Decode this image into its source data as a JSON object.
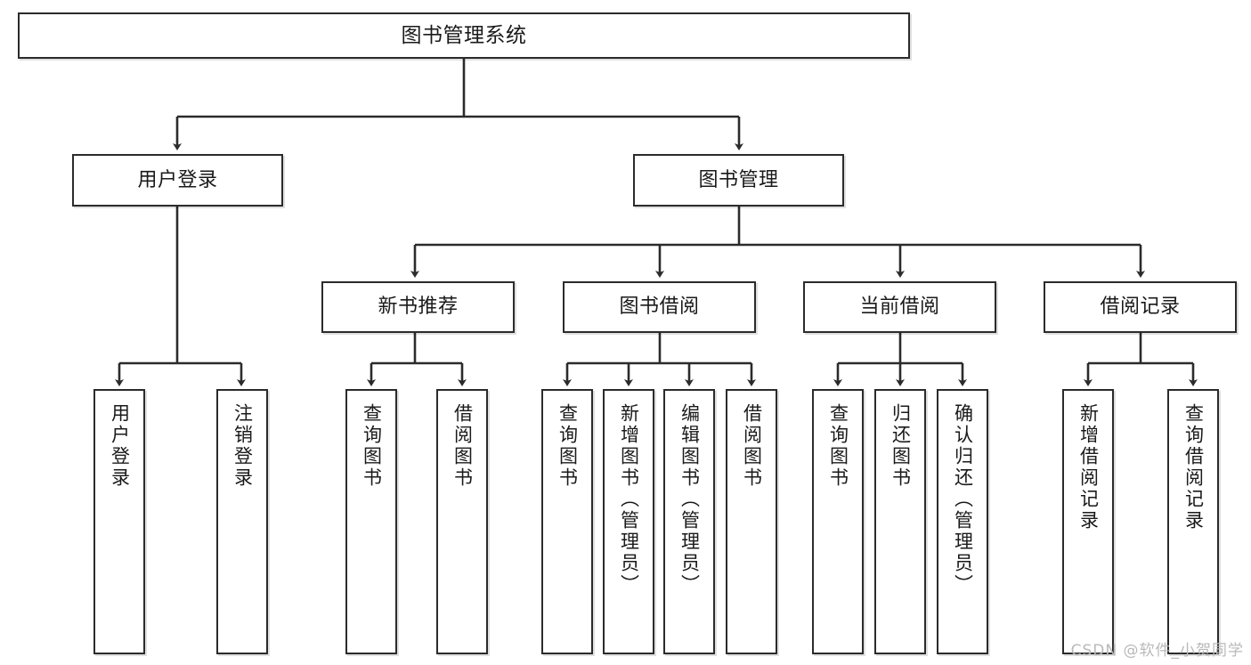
{
  "diagram": {
    "title": "图书管理系统",
    "type": "tree-hierarchy-diagram",
    "watermark": "CSDN @软件_小贺同学",
    "colors": {
      "box_border": "#2b2b2b",
      "box_fill": "#ffffff",
      "edge": "#2b2b2b",
      "text": "#1a1a1a",
      "watermark": "#b9b9b9"
    },
    "nodes": {
      "root": {
        "label": "图书管理系统"
      },
      "level2": [
        {
          "label": "用户登录"
        },
        {
          "label": "图书管理"
        }
      ],
      "level3": [
        {
          "label": "新书推荐"
        },
        {
          "label": "图书借阅"
        },
        {
          "label": "当前借阅"
        },
        {
          "label": "借阅记录"
        }
      ],
      "leaves": {
        "user_login": [
          {
            "label": "用户登录"
          },
          {
            "label": "注销登录"
          }
        ],
        "new_book_recommend": [
          {
            "label": "查询图书"
          },
          {
            "label": "借阅图书"
          }
        ],
        "book_borrow": [
          {
            "label": "查询图书"
          },
          {
            "label": "新增图书（管理员）"
          },
          {
            "label": "编辑图书（管理员）"
          },
          {
            "label": "借阅图书"
          }
        ],
        "current_borrow": [
          {
            "label": "查询图书"
          },
          {
            "label": "归还图书"
          },
          {
            "label": "确认归还（管理员）"
          }
        ],
        "borrow_record": [
          {
            "label": "新增借阅记录"
          },
          {
            "label": "查询借阅记录"
          }
        ]
      }
    }
  }
}
